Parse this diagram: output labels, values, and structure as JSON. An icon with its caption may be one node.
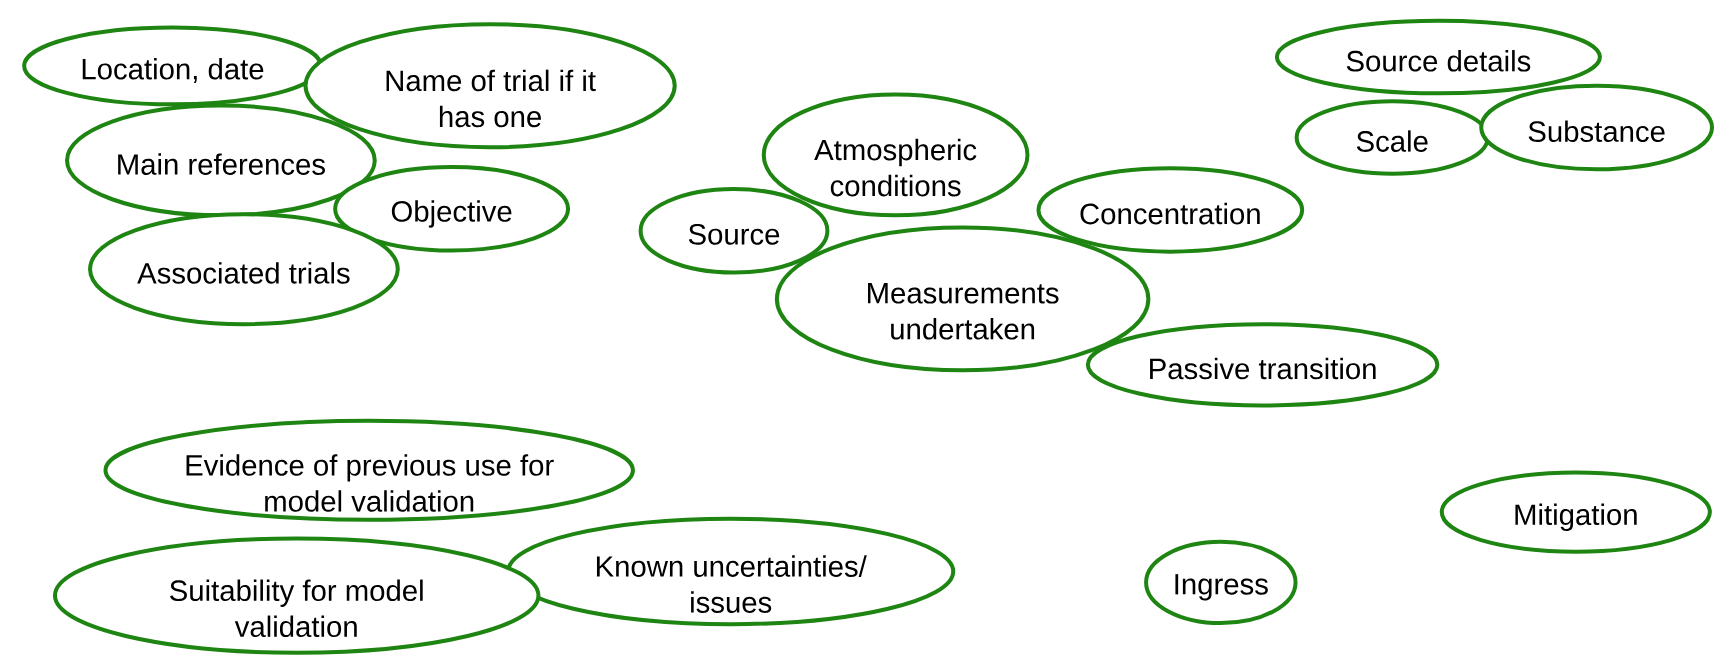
{
  "diagram": {
    "nodes": [
      {
        "text": [
          "Location, date"
        ]
      },
      {
        "text": [
          "Name of trial if it has one"
        ]
      },
      {
        "text": [
          "Main references"
        ]
      },
      {
        "text": [
          "Objective"
        ]
      },
      {
        "text": [
          "Associated trials"
        ]
      },
      {
        "text": [
          "Source details"
        ]
      },
      {
        "text": [
          "Scale"
        ]
      },
      {
        "text": [
          "Substance"
        ]
      },
      {
        "text": [
          "Atmospheric conditions"
        ]
      },
      {
        "text": [
          "Source"
        ]
      },
      {
        "text": [
          "Concentration"
        ]
      },
      {
        "text": [
          "Measurements undertaken"
        ]
      },
      {
        "text": [
          "Passive transition"
        ]
      },
      {
        "text": [
          "Evidence of previous use for model validation"
        ]
      },
      {
        "text": [
          "Mitigation"
        ]
      },
      {
        "text": [
          "Known uncertainties/ issues"
        ]
      },
      {
        "text": [
          "Ingress"
        ]
      },
      {
        "text": [
          "Suitability for model validation"
        ]
      }
    ]
  }
}
